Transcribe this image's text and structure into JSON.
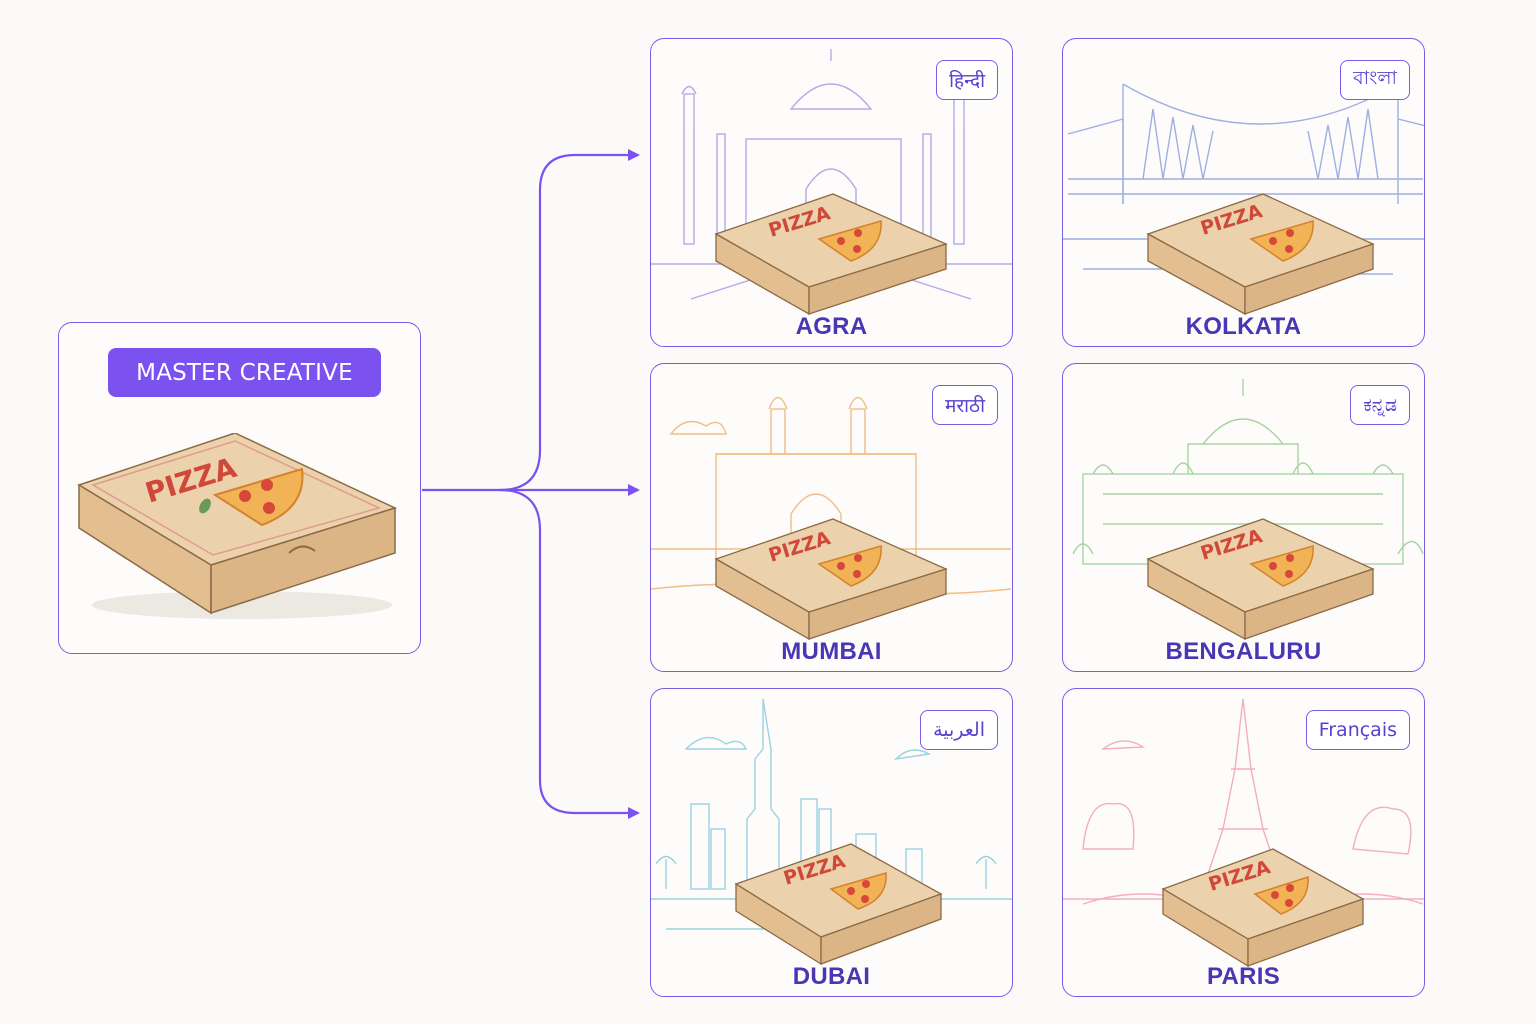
{
  "master": {
    "label": "MASTER CREATIVE",
    "box_text": "PIZZA"
  },
  "colors": {
    "accent": "#7b52f0",
    "border": "#7b5ce6",
    "city_label": "#4a35b5",
    "box": "#e7c9a1",
    "box_text": "#d0483a"
  },
  "cities": [
    {
      "name": "AGRA",
      "language": "हिन्दी",
      "landmark": "taj-mahal-icon",
      "tint": "#a99be6",
      "box_text": "PIZZA"
    },
    {
      "name": "KOLKATA",
      "language": "বাংলা",
      "landmark": "howrah-bridge-icon",
      "tint": "#8da2df",
      "box_text": "PIZZA"
    },
    {
      "name": "MUMBAI",
      "language": "मराठी",
      "landmark": "gateway-of-india-icon",
      "tint": "#f0b77a",
      "box_text": "PIZZA"
    },
    {
      "name": "BENGALURU",
      "language": "ಕನ್ನಡ",
      "landmark": "vidhana-soudha-icon",
      "tint": "#9fcf98",
      "box_text": "PIZZA"
    },
    {
      "name": "DUBAI",
      "language": "العربية",
      "landmark": "burj-khalifa-icon",
      "tint": "#8fcde0",
      "box_text": "PIZZA"
    },
    {
      "name": "PARIS",
      "language": "Français",
      "landmark": "eiffel-tower-icon",
      "tint": "#f2a6b8",
      "box_text": "PIZZA"
    }
  ]
}
